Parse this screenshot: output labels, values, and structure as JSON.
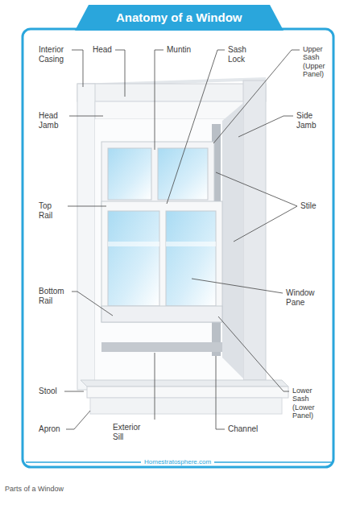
{
  "diagram": {
    "title": "Anatomy of a Window",
    "caption": "Parts of a Window",
    "labels": [
      "Interior Casing",
      "Head",
      "Muntin",
      "Sash Lock",
      "Upper Sash (Upper Panel)",
      "Head Jamb",
      "Side Jamb",
      "Top Rail",
      "Stile",
      "Bottom Rail",
      "Window Pane",
      "Stool",
      "Lower Sash (Lower Panel)",
      "Apron",
      "Exterior Sill",
      "Channel",
      "Homestratosphere.com"
    ]
  }
}
